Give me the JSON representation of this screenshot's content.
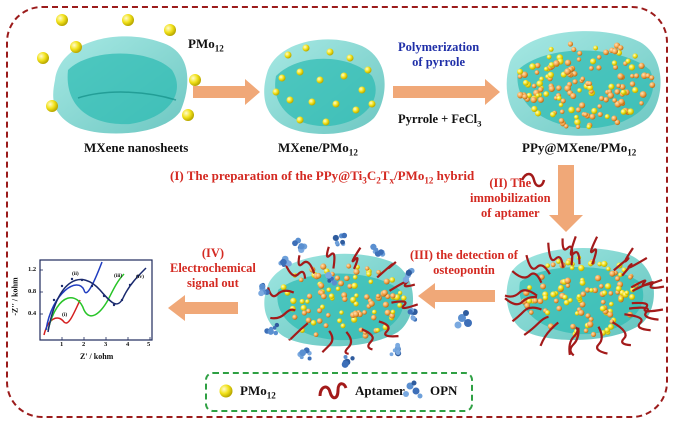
{
  "labels": {
    "pmo_top": "PMo12",
    "mxene_nanosheets": "MXene nanosheets",
    "mxene_pmo": "MXene/PMo12",
    "polymerization": "Polymerization\nof pyrrole",
    "pyrrole_fecl": "Pyrrole + FeCl3",
    "ppy_mxene_pmo": "PPy@MXene/PMo12",
    "step1": "(I) The preparation of the PPy@Ti3C2Tx/PMo12 hybrid",
    "step2": "(II) The immobilization of aptamer",
    "step3": "(III) the detection of osteopontin",
    "step4": "(IV) Electrochemical signal out"
  },
  "legend": {
    "pmo": "PMo12",
    "aptamer": "Aptamer",
    "opn": "OPN"
  },
  "nyquist": {
    "xlabel": "Z' / kohm",
    "ylabel": "-Z'' / kohm",
    "x_ticks": [
      "1",
      "2",
      "3",
      "4",
      "5"
    ],
    "y_ticks": [
      "0.4",
      "0.8",
      "1.2"
    ],
    "curve_labels": [
      "(i)",
      "(ii)",
      "(iii)",
      "(iv)"
    ]
  },
  "colors": {
    "frame": "#9b1b1b",
    "step_text": "#d42a22",
    "poly_text": "#1f2fa8",
    "arrow": "#f0a878",
    "mxene": "#3fc7c0",
    "pmo": "#f2e21a",
    "legend_border": "#2ea043"
  }
}
